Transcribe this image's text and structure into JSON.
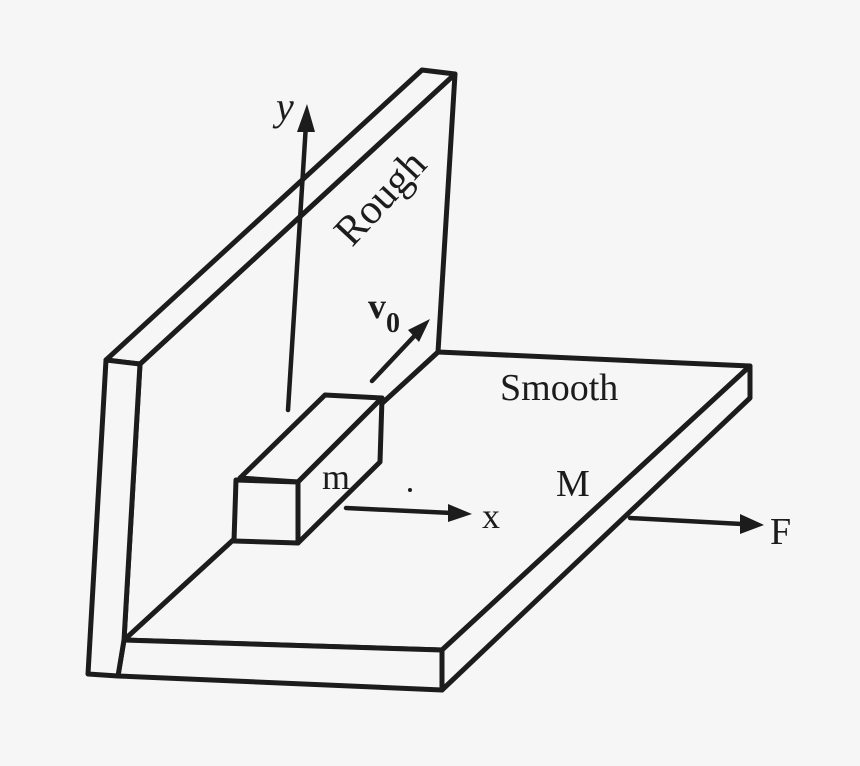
{
  "figure": {
    "type": "physics-mechanics-diagram",
    "background_color": "#f6f6f6",
    "ink_color": "#1c1c1c"
  },
  "labels": {
    "wall_surface": "Rough",
    "plate_surface": "Smooth",
    "block_mass": "m",
    "plate_mass": "M",
    "velocity": "v",
    "velocity_subscript": "0",
    "x_axis": "x",
    "y_axis": "y",
    "force": "F"
  },
  "objects": {
    "wall": {
      "surface": "Rough",
      "orientation": "vertical"
    },
    "plate": {
      "surface": "Smooth",
      "mass_label": "M"
    },
    "block": {
      "mass_label": "m",
      "initial_velocity_label": "v0"
    }
  },
  "arrows": [
    {
      "name": "y-axis",
      "label": "y",
      "direction": "up"
    },
    {
      "name": "x-axis",
      "label": "x",
      "direction": "right"
    },
    {
      "name": "velocity",
      "label": "v0",
      "direction": "along wall, into page"
    },
    {
      "name": "force",
      "label": "F",
      "direction": "right"
    }
  ]
}
